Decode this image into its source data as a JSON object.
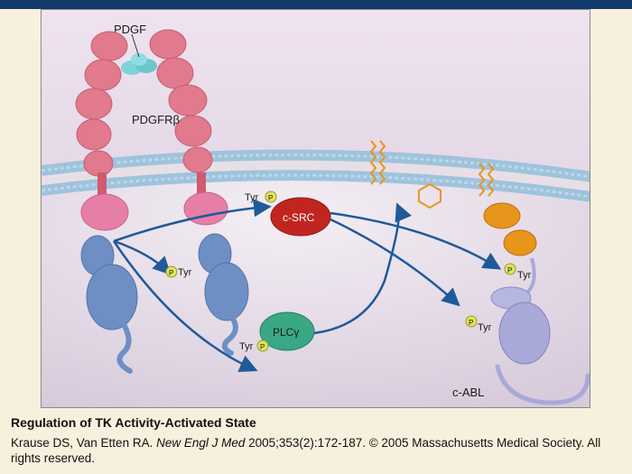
{
  "figure": {
    "labels": {
      "pdgf": "PDGF",
      "pdgfr": "PDGFRβ",
      "csrc": "c-SRC",
      "plc": "PLCγ",
      "cabl": "c-ABL",
      "tyr": "Tyr",
      "p": "P"
    }
  },
  "caption": {
    "title": "Regulation of TK Activity-Activated State",
    "authors": "Krause DS, Van Etten RA. ",
    "journal": "New Engl J Med",
    "citation_rest": " 2005;353(2):172-187. © 2005 Massachusetts Medical Society. All rights reserved."
  },
  "colors": {
    "top_bar": "#123a6b",
    "receptor_pink": "#e07a8c",
    "kinase_blue": "#6d8fc4",
    "csrc_red": "#c0261f",
    "plc_green": "#3aa884",
    "cabl_lavender": "#a9a9d9",
    "orange": "#e8951c",
    "arrow_blue": "#1f5a9a",
    "phospho_yellow": "#e1e35a"
  }
}
